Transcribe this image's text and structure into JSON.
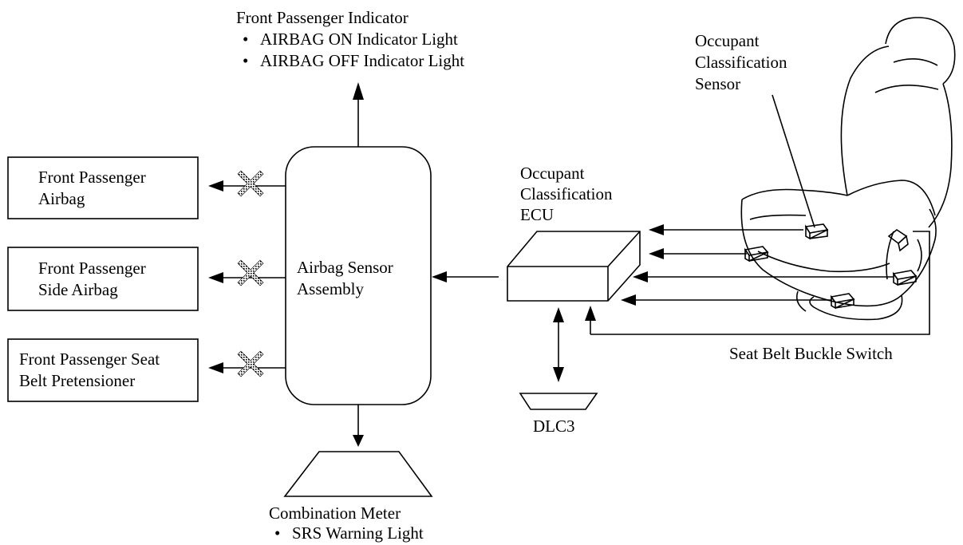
{
  "front_indicator": {
    "title": "Front Passenger Indicator",
    "items": [
      "AIRBAG ON Indicator Light",
      "AIRBAG OFF Indicator Light"
    ]
  },
  "outputs": [
    {
      "line1": "Front Passenger",
      "line2": "Airbag"
    },
    {
      "line1": "Front Passenger",
      "line2": "Side Airbag"
    },
    {
      "line1": "Front Passenger Seat",
      "line2": "Belt Pretensioner"
    }
  ],
  "airbag_sensor": {
    "line1": "Airbag Sensor",
    "line2": "Assembly"
  },
  "occupant_ecu": {
    "line1": "Occupant",
    "line2": "Classification",
    "line3": "ECU"
  },
  "occupant_sensor": {
    "line1": "Occupant",
    "line2": "Classification",
    "line3": "Sensor"
  },
  "seat_belt_switch": "Seat Belt Buckle Switch",
  "dlc": "DLC3",
  "combination_meter": {
    "title": "Combination Meter",
    "item": "SRS Warning Light"
  }
}
